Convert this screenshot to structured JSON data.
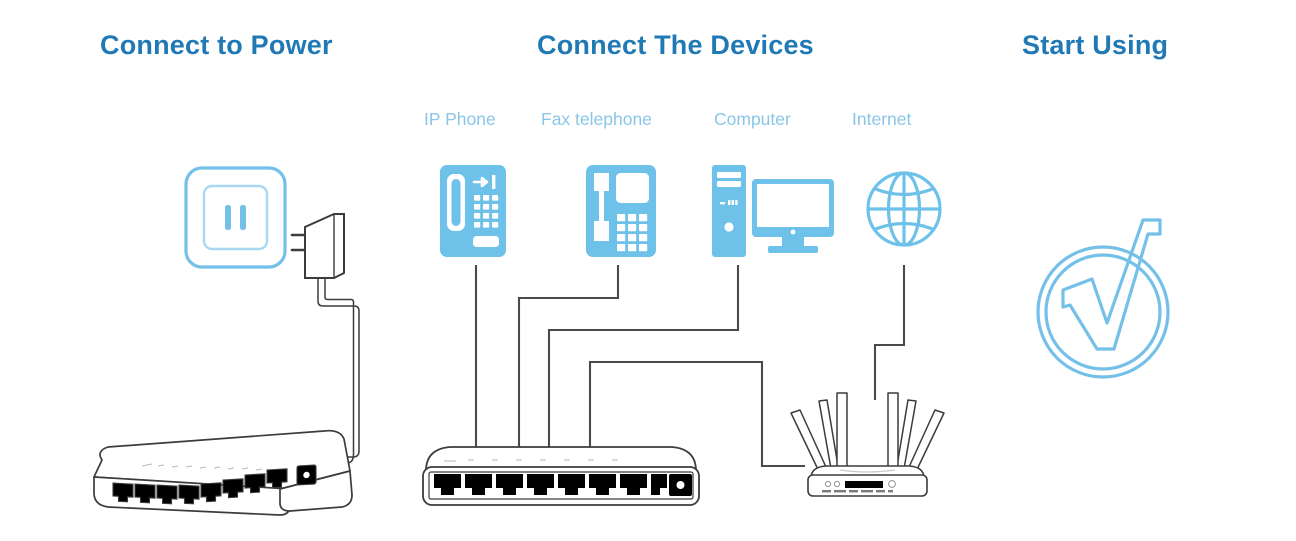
{
  "page": {
    "title": "Network Setup Diagram",
    "background": "#ffffff"
  },
  "colors": {
    "heading_blue": "#2079b5",
    "label_blue": "#8ac6e8",
    "icon_blue": "#6ec1e8",
    "outlet_blue": "#74c0e8",
    "line_gray": "#4a4a4a",
    "device_outline": "#3c3c3c",
    "port_black": "#000000",
    "device_body": "#ffffff"
  },
  "headings": [
    {
      "id": "connect-to-power",
      "text": "Connect to Power"
    },
    {
      "id": "connect-the-devices",
      "text": "Connect The Devices"
    },
    {
      "id": "start-using",
      "text": "Start Using"
    }
  ],
  "device_labels": [
    {
      "id": "ip-phone",
      "text": "IP Phone"
    },
    {
      "id": "fax-telephone",
      "text": "Fax telephone"
    },
    {
      "id": "computer",
      "text": "Computer"
    },
    {
      "id": "internet",
      "text": "Internet"
    }
  ],
  "icons": {
    "power_outlet": "power-outlet-icon",
    "power_adapter": "power-adapter-icon",
    "ip_phone": "ip-phone-icon",
    "fax_telephone": "fax-telephone-icon",
    "computer": "desktop-computer-icon",
    "internet": "globe-icon",
    "check": "check-circle-icon"
  },
  "hardware": {
    "left_switch": {
      "name": "network-switch-perspective",
      "ports": 8,
      "power_jack": true
    },
    "center_switch": {
      "name": "network-switch-front",
      "ports": 8,
      "power_jack": true
    },
    "router": {
      "name": "wireless-router",
      "antennas": 6
    }
  },
  "cables": [
    {
      "id": "power-cable",
      "from": "power-adapter",
      "to": "left-switch-power-jack"
    },
    {
      "id": "ip-phone-cable",
      "from": "ip-phone",
      "to": "center-switch-port-2"
    },
    {
      "id": "fax-cable",
      "from": "fax-telephone",
      "to": "center-switch-port-4"
    },
    {
      "id": "computer-cable",
      "from": "computer",
      "to": "center-switch-port-5"
    },
    {
      "id": "router-cable",
      "from": "center-switch",
      "to": "router-wan"
    },
    {
      "id": "internet-cable",
      "from": "internet-globe",
      "to": "router-wan-top"
    }
  ]
}
